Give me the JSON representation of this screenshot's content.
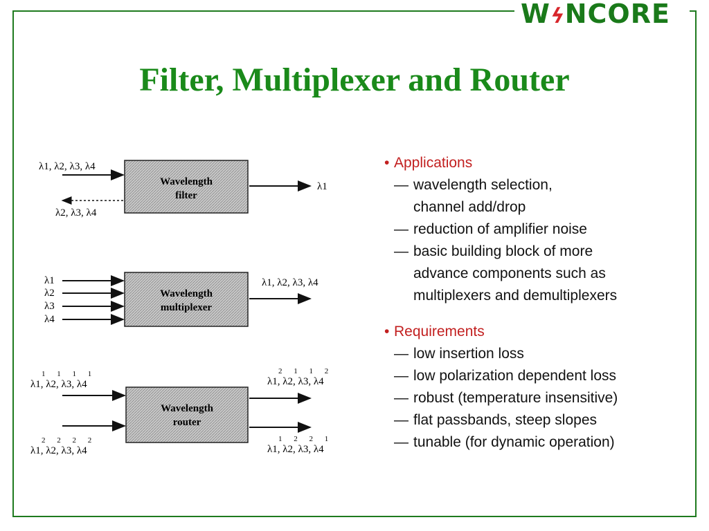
{
  "logo": {
    "pre": "W",
    "bolt": "ϟ",
    "post": "NCORE"
  },
  "title": "Filter, Multiplexer and Router",
  "diagram": {
    "filter": {
      "box_lines": [
        "Wavelength",
        "filter"
      ],
      "input_label": "λ1, λ2, λ3, λ4",
      "output_label": "λ1",
      "drop_label": "λ2, λ3, λ4"
    },
    "multiplexer": {
      "box_lines": [
        "Wavelength",
        "multiplexer"
      ],
      "inputs": [
        "λ1",
        "λ2",
        "λ3",
        "λ4"
      ],
      "output_label": "λ1, λ2, λ3, λ4"
    },
    "router": {
      "box_lines": [
        "Wavelength",
        "router"
      ],
      "input_top": "λ1, λ2, λ3, λ4",
      "input_top_sup": [
        "1",
        "1",
        "1",
        "1"
      ],
      "input_bottom": "λ1, λ2, λ3, λ4",
      "input_bottom_sup": [
        "2",
        "2",
        "2",
        "2"
      ],
      "output_top": "λ1, λ2, λ3, λ4",
      "output_top_sup": [
        "2",
        "1",
        "1",
        "2"
      ],
      "output_bottom": "λ1, λ2, λ3, λ4",
      "output_bottom_sup": [
        "1",
        "2",
        "2",
        "1"
      ]
    }
  },
  "applications": {
    "heading": "Applications",
    "items": [
      {
        "lines": [
          "wavelength selection,",
          "channel add/drop"
        ]
      },
      {
        "lines": [
          "reduction of amplifier noise"
        ]
      },
      {
        "lines": [
          "basic building block of more",
          "advance components such as",
          "multiplexers and demultiplexers"
        ]
      }
    ]
  },
  "requirements": {
    "heading": "Requirements",
    "items": [
      {
        "lines": [
          "low insertion loss"
        ]
      },
      {
        "lines": [
          "low polarization dependent loss"
        ]
      },
      {
        "lines": [
          "robust (temperature insensitive)"
        ]
      },
      {
        "lines": [
          "flat passbands, steep slopes"
        ]
      },
      {
        "lines": [
          "tunable (for dynamic operation)"
        ]
      }
    ]
  },
  "bullet_glyph": "•",
  "dash_glyph": "—",
  "colors": {
    "frame": "#1e7a1e",
    "title": "#1a8a1a",
    "heading": "#c21f1f",
    "box_fill": "#c8c8c8"
  }
}
